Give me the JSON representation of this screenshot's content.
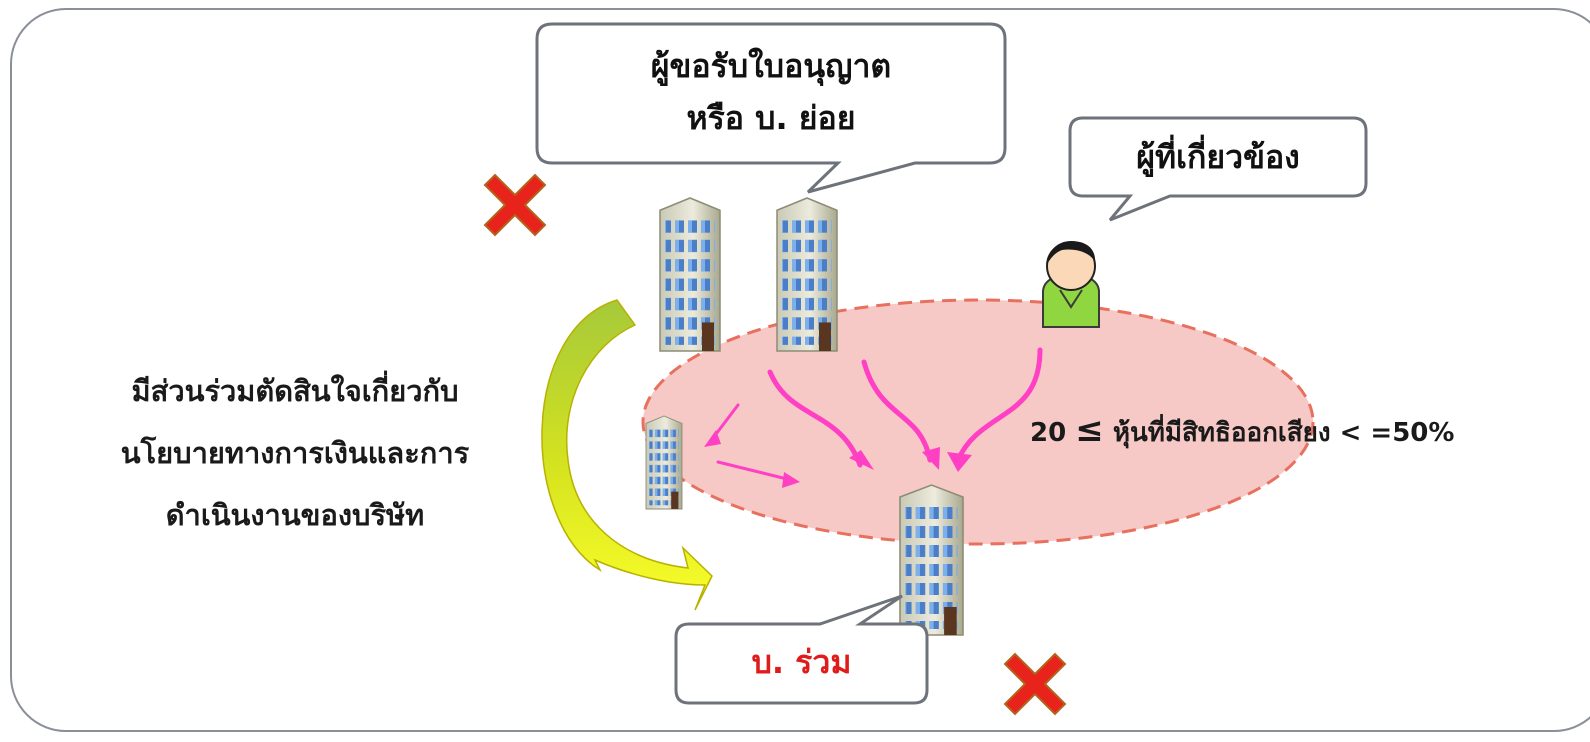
{
  "callouts": {
    "applicant": {
      "line1": "ผู้ขอรับใบอนุญาต",
      "line2": "หรือ บ. ย่อย"
    },
    "related": {
      "label": "ผู้ที่เกี่ยวข้อง"
    },
    "associate": {
      "label": "บ. ร่วม"
    }
  },
  "left_note": {
    "line1": "มีส่วนร่วมตัดสินใจเกี่ยวกับ",
    "line2": "นโยบายทางการเงินและการ",
    "line3": "ดำเนินงานของบริษัท"
  },
  "condition": {
    "prefix": "20",
    "symbol": "≤",
    "text": "หุ้นที่มีสิทธิออกเสียง < =50%"
  },
  "colors": {
    "frame": "#8a8f99",
    "ellipse_fill": "#f6c9c6",
    "ellipse_stroke": "#e8705e",
    "arrow_pink": "#ff3fc4",
    "associate_text": "#e01b1b",
    "cross": "#e8231c"
  }
}
